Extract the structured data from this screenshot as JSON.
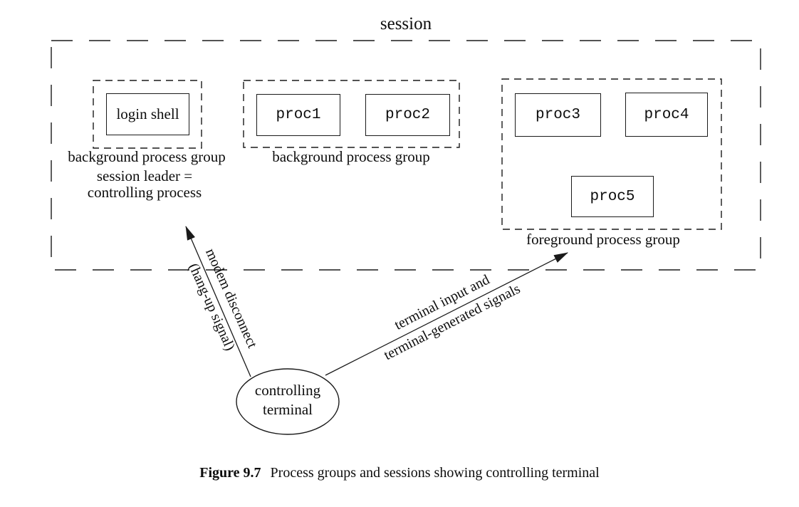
{
  "colors": {
    "background": "#ffffff",
    "line": "#1a1a1a",
    "text": "#0d0d0d"
  },
  "diagram": {
    "session_label": "session",
    "groups": [
      {
        "label": "background process group",
        "boxes": [
          "login shell"
        ]
      },
      {
        "label": "background process group",
        "boxes": [
          "proc1",
          "proc2"
        ]
      },
      {
        "label": "foreground process group",
        "boxes": [
          "proc3",
          "proc4",
          "proc5"
        ]
      }
    ],
    "session_leader": {
      "line1": "session leader =",
      "line2": "controlling process"
    },
    "terminal": {
      "line1": "controlling",
      "line2": "terminal"
    },
    "arrows": [
      {
        "label_line1": "modem disconnect",
        "label_line2": "(hang-up signal)"
      },
      {
        "label_line1": "terminal input and",
        "label_line2": "terminal-generated signals"
      }
    ]
  },
  "caption": {
    "figure_label": "Figure 9.7",
    "text": "Process groups and sessions showing controlling terminal"
  }
}
